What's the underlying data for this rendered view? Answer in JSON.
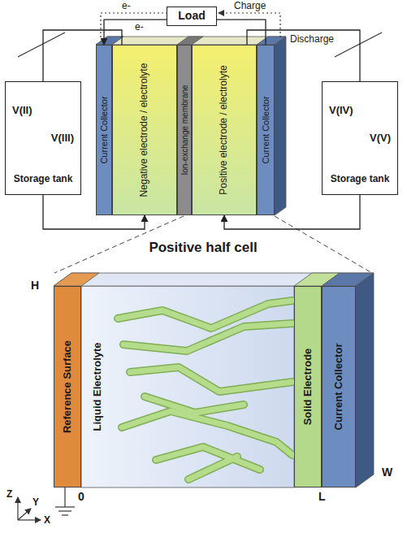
{
  "diagram": {
    "nodes": [
      {
        "text": [
          "Load"
        ]
      },
      {
        "text": [
          "V(II)",
          "V(III)",
          "Storage tank"
        ]
      },
      {
        "text": [
          "Current Collector"
        ]
      },
      {
        "text": [
          "Negative electrode / electrolyte"
        ]
      },
      {
        "text": [
          "Ion-exchange membrane"
        ]
      },
      {
        "text": [
          "Positive electrode / electrolyte"
        ]
      },
      {
        "text": [
          "Current Collector"
        ]
      },
      {
        "text": [
          "V(IV)",
          "V(V)",
          "Storage tank"
        ]
      },
      {
        "text": [
          "Reference Surface"
        ]
      },
      {
        "text": [
          "Liquid Electrolyte"
        ]
      },
      {
        "text": [
          "Solid Electrode"
        ]
      },
      {
        "text": [
          "Current Collector"
        ]
      }
    ],
    "edges": [
      {
        "from": 0,
        "to": 2,
        "arrow": "to"
      },
      {
        "from": 6,
        "to": 0,
        "arrow": "none"
      },
      {
        "from": 1,
        "to": 3,
        "arrow": "to"
      },
      {
        "from": 3,
        "to": 1,
        "arrow": "none"
      },
      {
        "from": 7,
        "to": 5,
        "arrow": "to"
      },
      {
        "from": 5,
        "to": 7,
        "arrow": "none"
      }
    ],
    "labels": [
      "e-",
      "Charge",
      "e-",
      "Discharge",
      "Positive half cell",
      "H",
      "W",
      "0",
      "L",
      "Z",
      "Y",
      "X"
    ]
  }
}
